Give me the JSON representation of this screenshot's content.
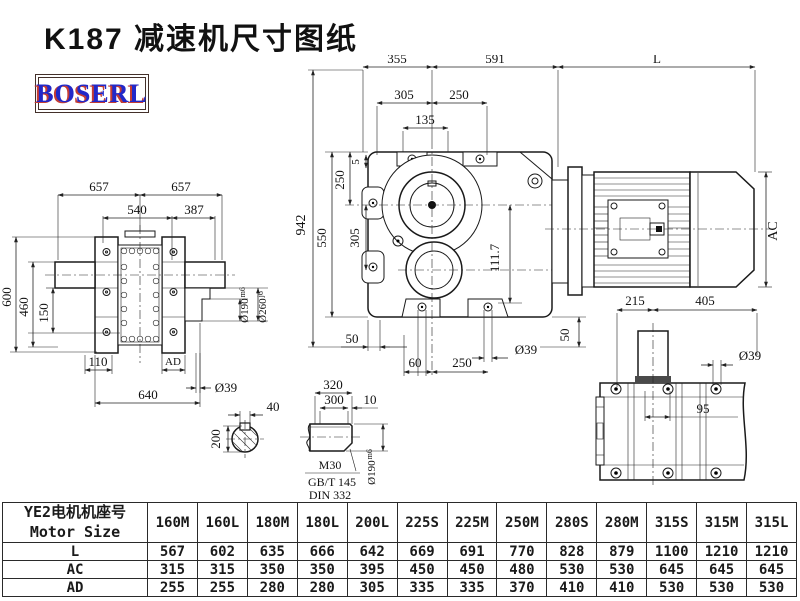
{
  "title": "K187 减速机尺寸图纸",
  "logo": "BOSERL",
  "drawing": {
    "front_view": {
      "top_left": "657",
      "top_right": "657",
      "mid_left": "540",
      "mid_right": "387",
      "height_overall": "600",
      "height_mid": "460",
      "height_shaft": "150",
      "bottom_offset": "110",
      "bottom_ad": "AD",
      "bottom_width": "640",
      "hole_dia": "Ø39",
      "shaft_dia": "Ø190",
      "shaft_dia_tol": "m6",
      "flange_dia": "Ø260",
      "flange_dia_tol": "j6"
    },
    "side_view": {
      "top_355": "355",
      "top_591": "591",
      "top_305": "305",
      "top_250": "250",
      "top_135": "135",
      "height_942": "942",
      "v_550": "550",
      "v_250": "250",
      "v_5": "5",
      "v_305": "305",
      "v_111_7": "111.7",
      "b_50": "50",
      "b_60": "60",
      "b_250": "250",
      "hole_dia": "Ø39",
      "r_50": "50"
    },
    "motor_view": {
      "length": "L",
      "height": "AC"
    },
    "top_view": {
      "d_215": "215",
      "d_405": "405",
      "hole_dia": "Ø39",
      "d_95": "95"
    },
    "shaft_section": {
      "key_width": "40",
      "dia": "200"
    },
    "shaft_end": {
      "d_320": "320",
      "d_300": "300",
      "d_10": "10",
      "thread": "M30",
      "std_1": "GB/T 145",
      "std_2": "DIN 332",
      "dia": "Ø190",
      "dia_tol": "m6"
    }
  },
  "table": {
    "header_line1": "YE2电机机座号",
    "header_line2": "Motor Size",
    "columns": [
      "160M",
      "160L",
      "180M",
      "180L",
      "200L",
      "225S",
      "225M",
      "250M",
      "280S",
      "280M",
      "315S",
      "315M",
      "315L"
    ],
    "rows": [
      {
        "label": "L",
        "values": [
          "567",
          "602",
          "635",
          "666",
          "642",
          "669",
          "691",
          "770",
          "828",
          "879",
          "1100",
          "1210",
          "1210"
        ]
      },
      {
        "label": "AC",
        "values": [
          "315",
          "315",
          "350",
          "350",
          "395",
          "450",
          "450",
          "480",
          "530",
          "530",
          "645",
          "645",
          "645"
        ]
      },
      {
        "label": "AD",
        "values": [
          "255",
          "255",
          "280",
          "280",
          "305",
          "335",
          "335",
          "370",
          "410",
          "410",
          "530",
          "530",
          "530"
        ]
      }
    ]
  }
}
